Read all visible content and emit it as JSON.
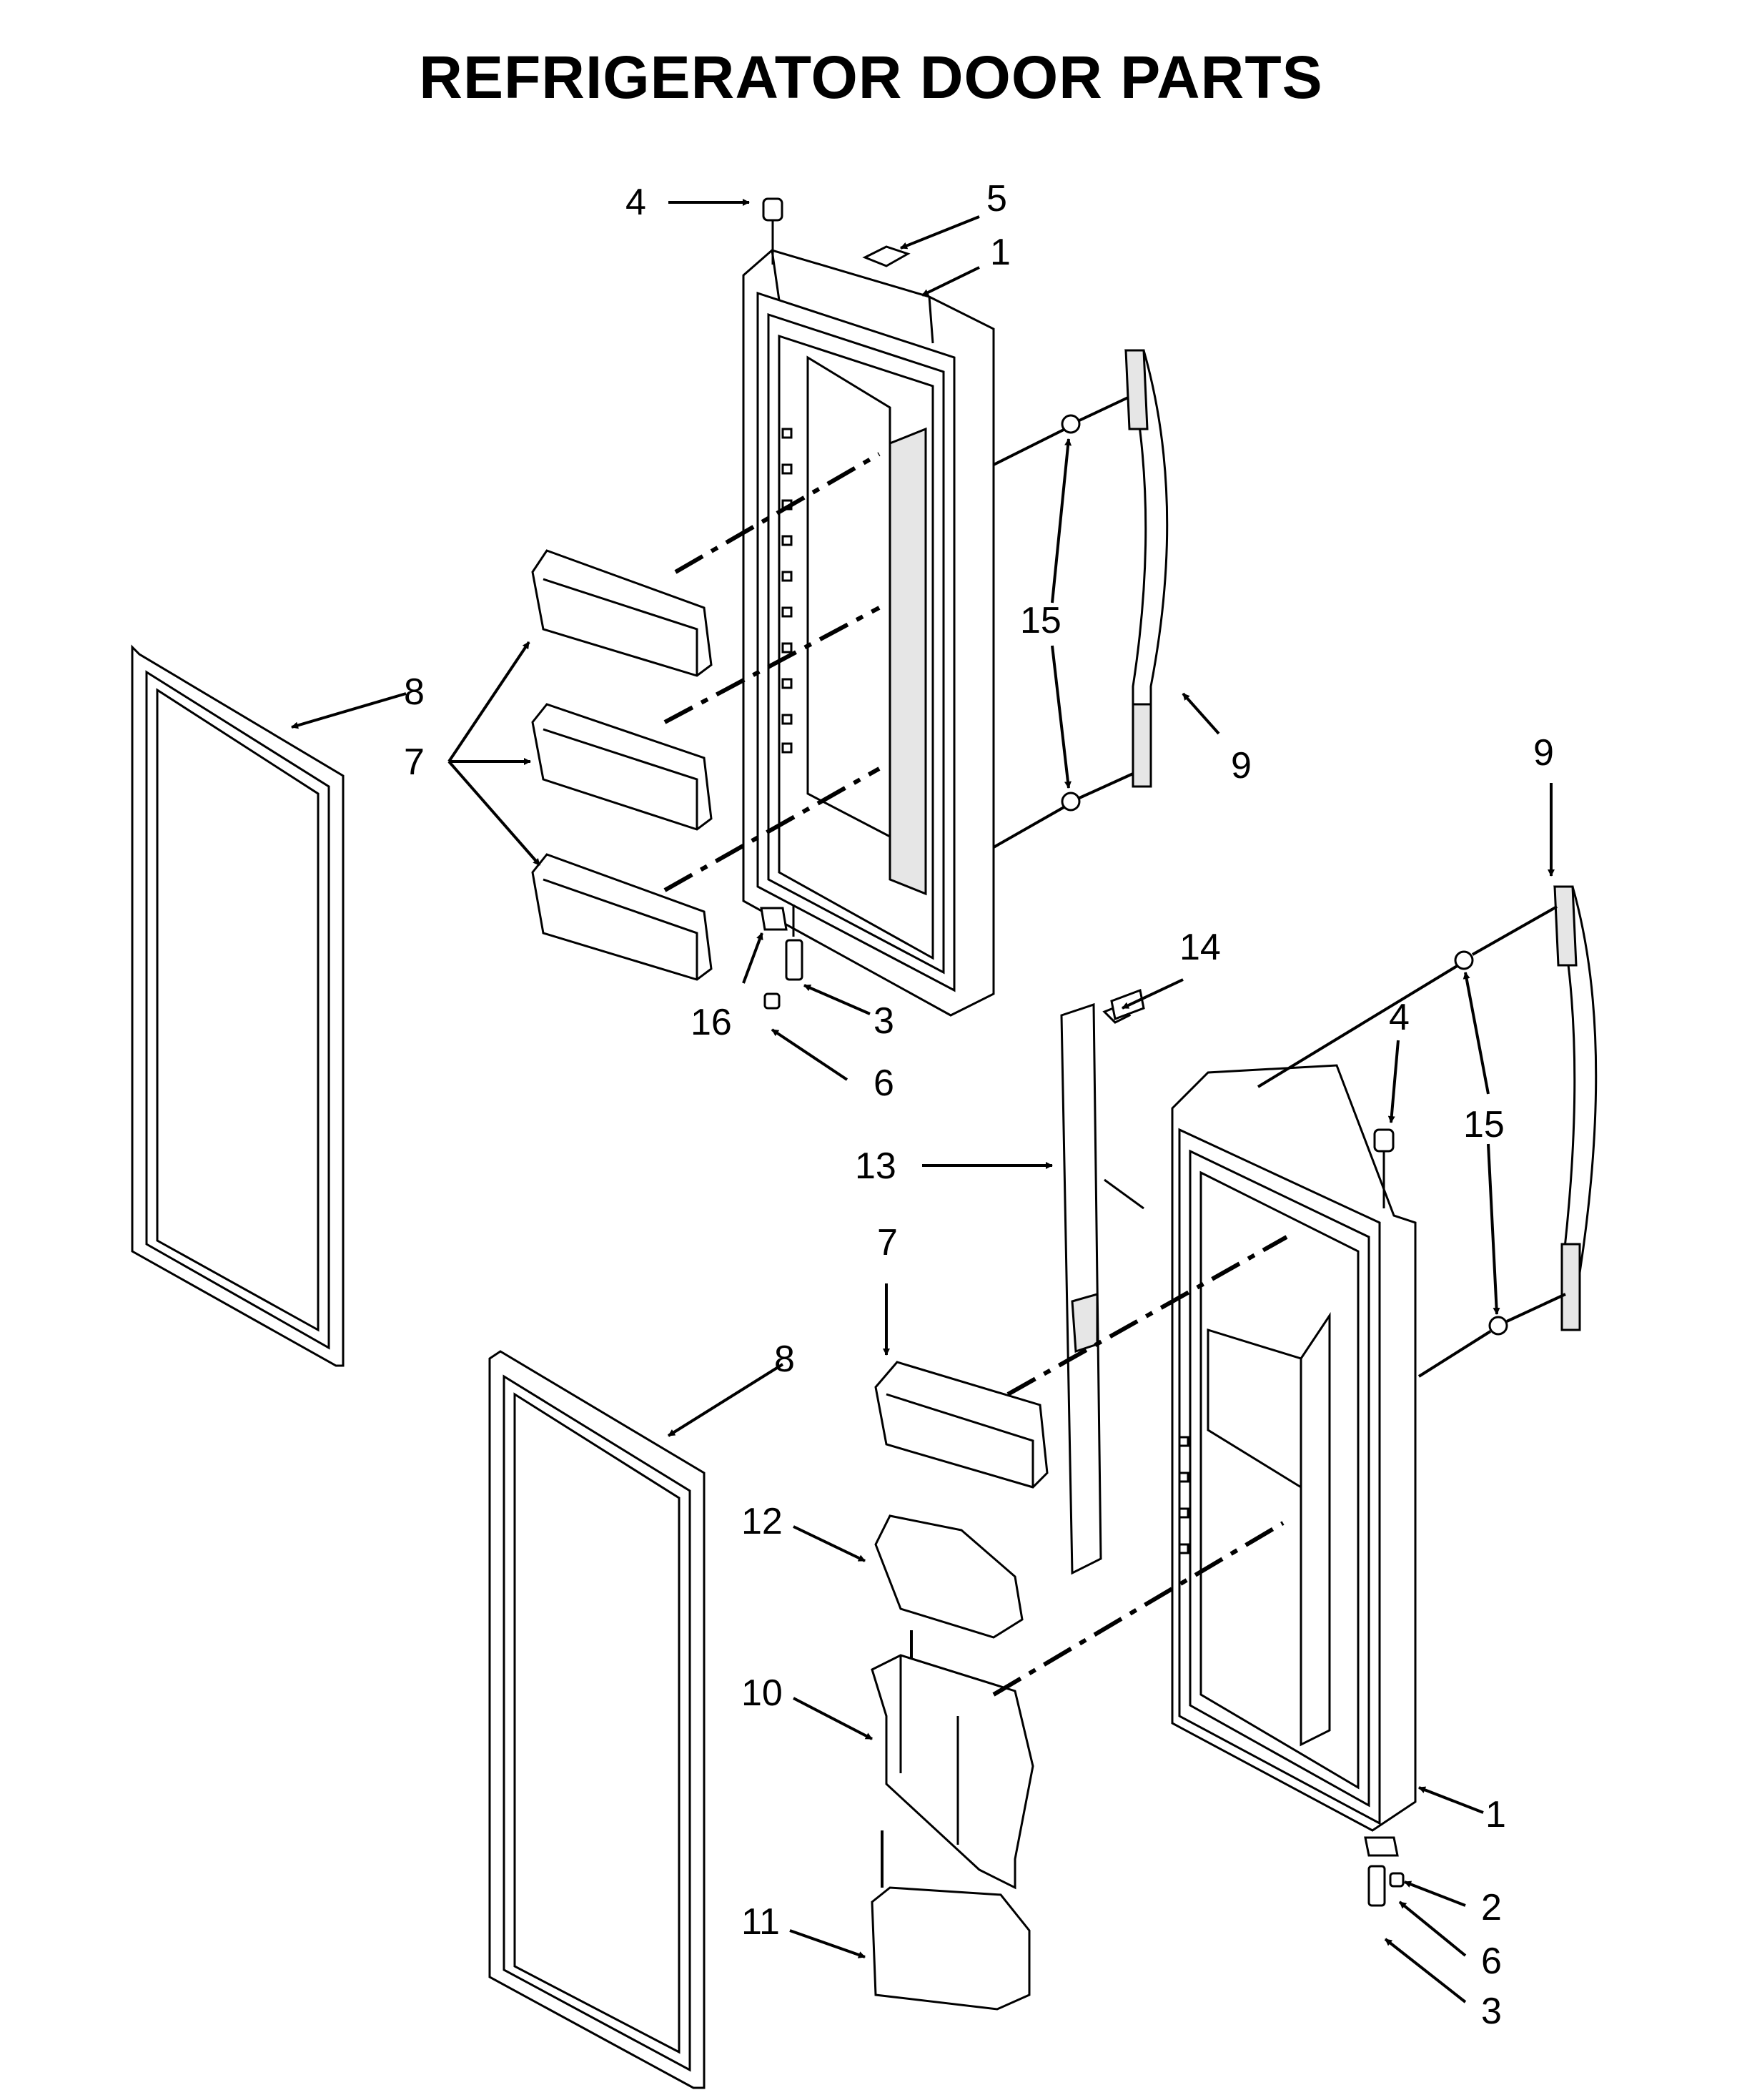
{
  "title": "REFRIGERATOR DOOR PARTS",
  "callouts": {
    "top_door": {
      "c1": "1",
      "c3": "3",
      "c4": "4",
      "c5": "5",
      "c6": "6",
      "c7": "7",
      "c8": "8",
      "c9": "9",
      "c15": "15",
      "c16": "16"
    },
    "bottom_door": {
      "c1": "1",
      "c2": "2",
      "c3": "3",
      "c4": "4",
      "c6": "6",
      "c7": "7",
      "c8": "8",
      "c9": "9",
      "c10": "10",
      "c11": "11",
      "c12": "12",
      "c13": "13",
      "c14": "14",
      "c15": "15"
    }
  }
}
